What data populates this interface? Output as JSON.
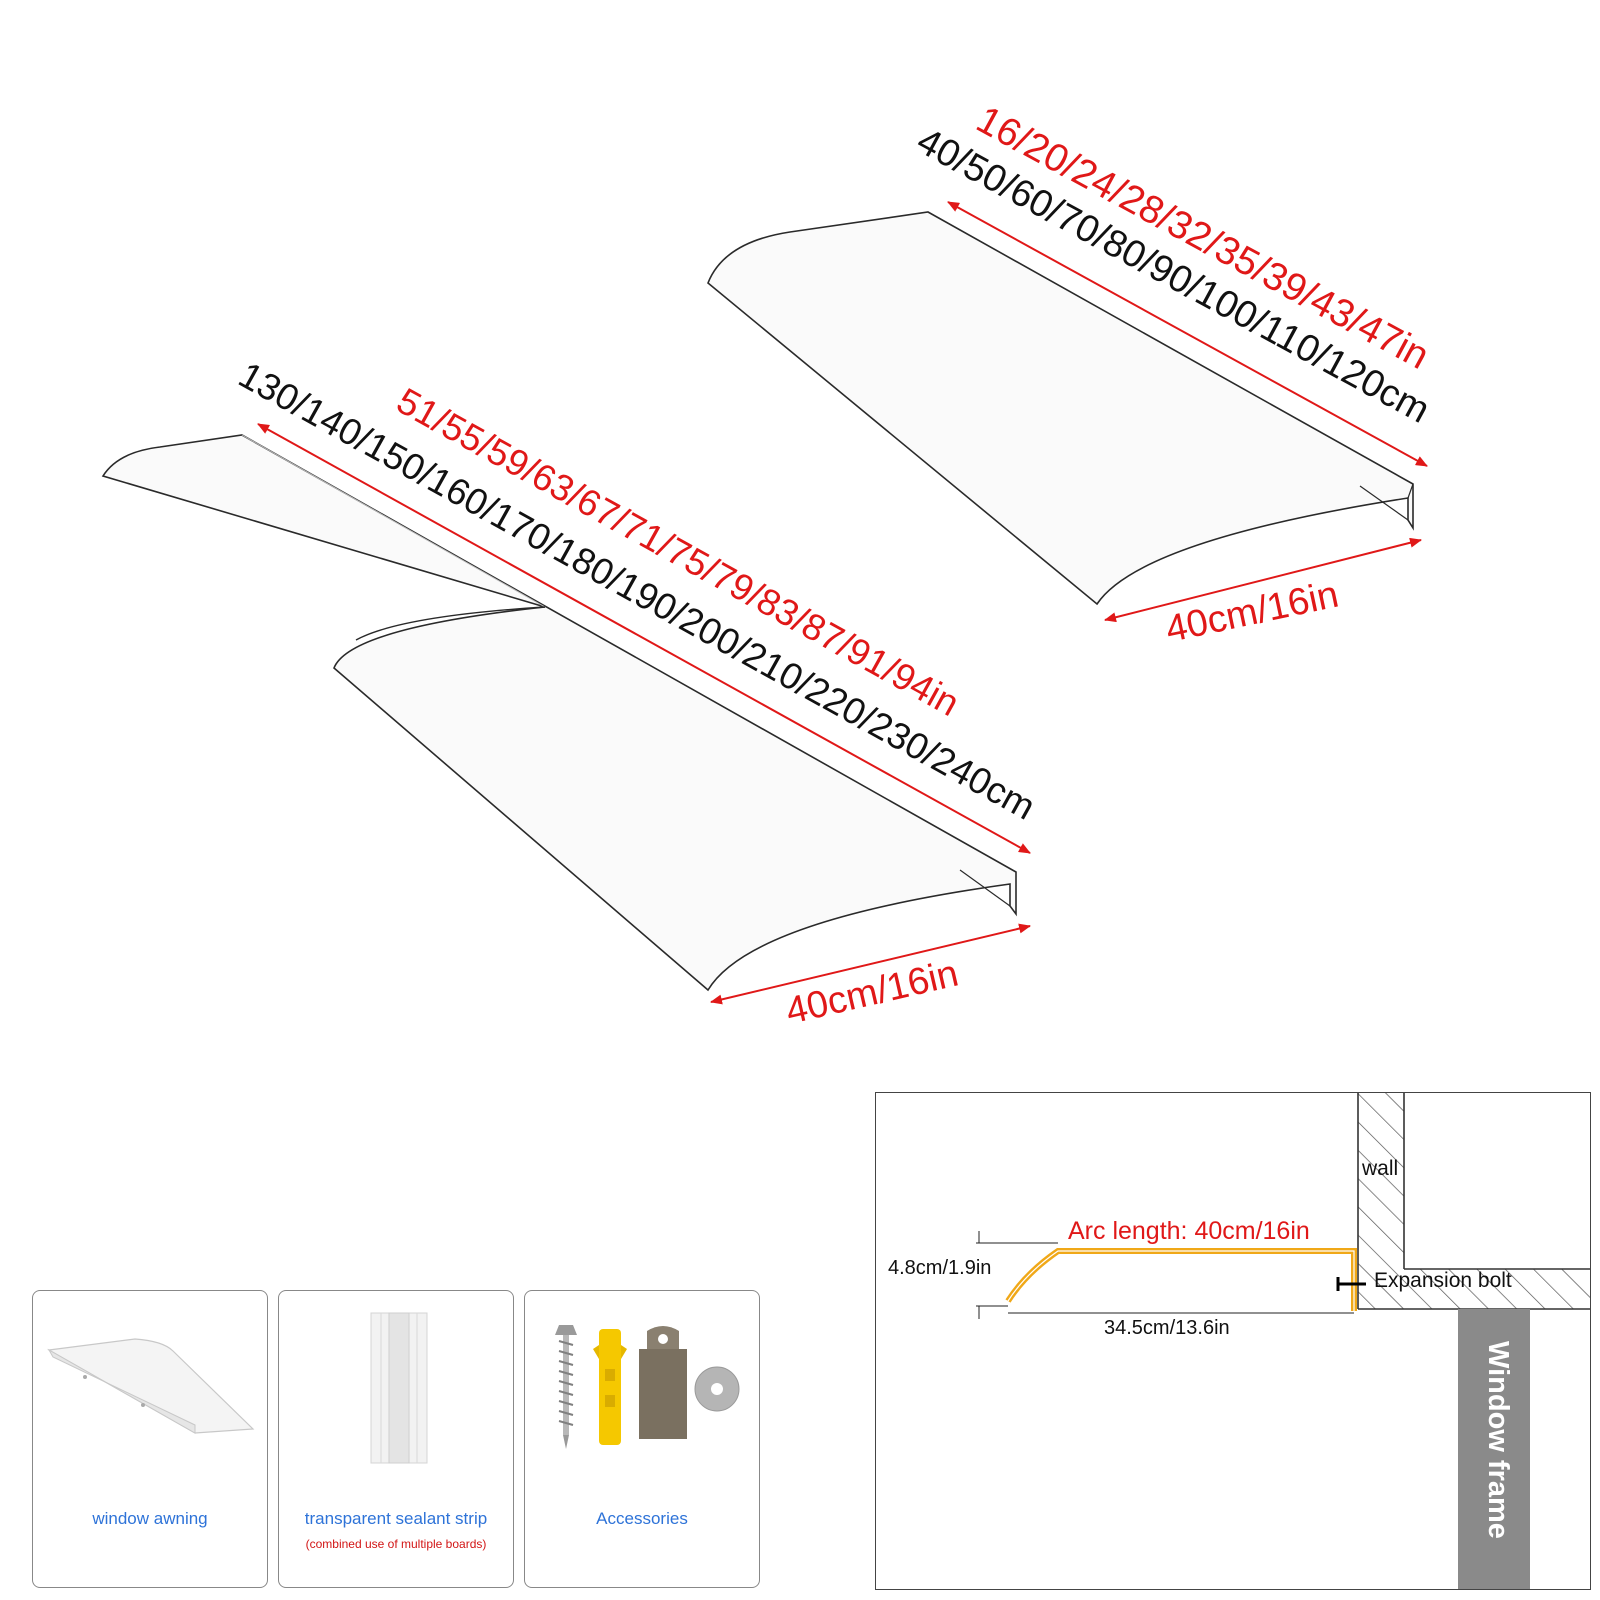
{
  "colors": {
    "red": "#e01818",
    "black": "#111111",
    "blue": "#2e73d8",
    "orange": "#f0a818",
    "grey": "#8a8a8a"
  },
  "top_right": {
    "inch_sizes": "16/20/24/28/32/35/39/43/47in",
    "cm_sizes": "40/50/60/70/80/90/100/110/120cm",
    "depth": "40cm/16in"
  },
  "bottom_left": {
    "inch_sizes": "51/55/59/63/67/71/75/79/83/87/91/94in",
    "cm_sizes": "130/140/150/160/170/180/190/200/210/220/230/240cm",
    "depth": "40cm/16in"
  },
  "cards": [
    {
      "label": "window awning",
      "note": "",
      "icon": "awning-icon"
    },
    {
      "label": "transparent sealant strip",
      "note": "(combined use of multiple boards)",
      "icon": "sealant-strip-icon"
    },
    {
      "label": "Accessories",
      "note": "",
      "icon": "screw-anchor-bracket-washer-icon"
    }
  ],
  "profile_diagram": {
    "arc_length": "Arc length: 40cm/16in",
    "height": "4.8cm/1.9in",
    "depth": "34.5cm/13.6in",
    "wall": "wall",
    "bolt": "Expansion bolt",
    "window_frame": "Window frame"
  }
}
